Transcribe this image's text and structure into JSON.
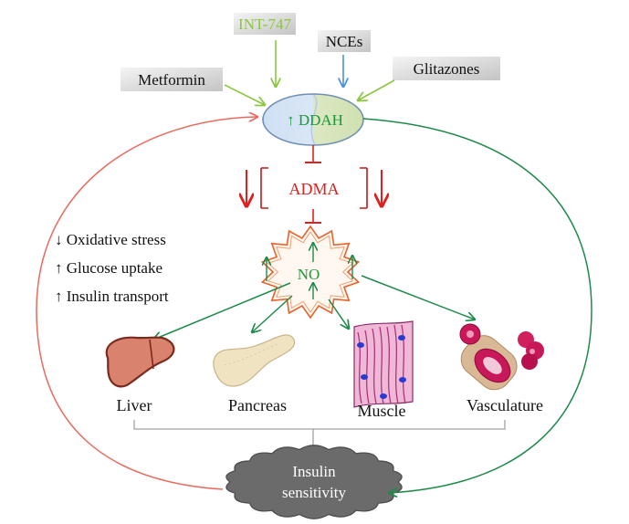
{
  "drugs": {
    "int747": "INT-747",
    "nces": "NCEs",
    "metformin": "Metformin",
    "glitazones": "Glitazones"
  },
  "enzyme": {
    "label": "↑ DDAH"
  },
  "inhibitor": {
    "label": "ADMA"
  },
  "mediator": {
    "label": "NO"
  },
  "effects": {
    "oxidative_stress": "↓ Oxidative stress",
    "glucose_uptake": "↑ Glucose uptake",
    "insulin_transport": "↑ Insulin transport"
  },
  "organs": {
    "liver": "Liver",
    "pancreas": "Pancreas",
    "muscle": "Muscle",
    "vasculature": "Vasculature"
  },
  "outcome": {
    "line1": "Insulin",
    "line2": "sensitivity"
  },
  "colors": {
    "light_green": "#8cc63f",
    "blue": "#4a90d9",
    "dark_green": "#1e8a4a",
    "red": "#e0201e",
    "salmon": "#e86a5e",
    "label_grey": "#d4d4d4",
    "cloud_grey": "#6b6b6b",
    "text_green": "#1a9a3a"
  }
}
